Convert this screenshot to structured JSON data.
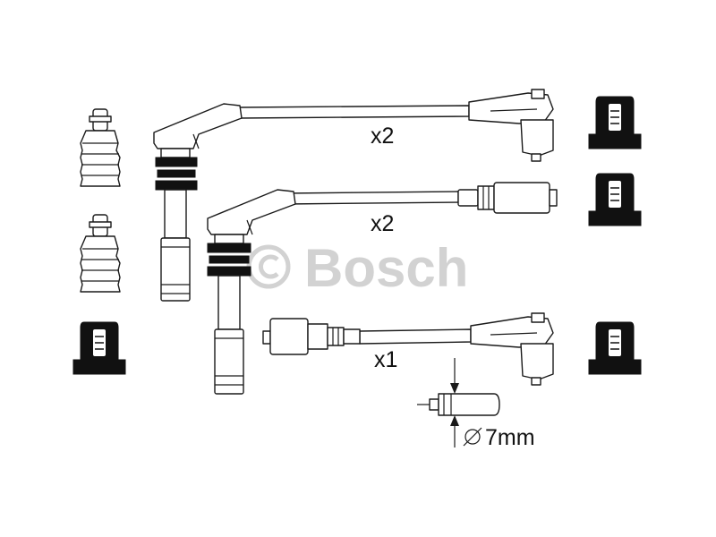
{
  "watermark": {
    "text": "Bosch"
  },
  "cables": [
    {
      "quantity_label": "x2"
    },
    {
      "quantity_label": "x2"
    },
    {
      "quantity_label": "x1"
    }
  ],
  "dimension": {
    "label": "7mm"
  },
  "colors": {
    "line": "#1a1a1a",
    "boot_fill": "#111111",
    "watermark": "#d2d2d2"
  }
}
